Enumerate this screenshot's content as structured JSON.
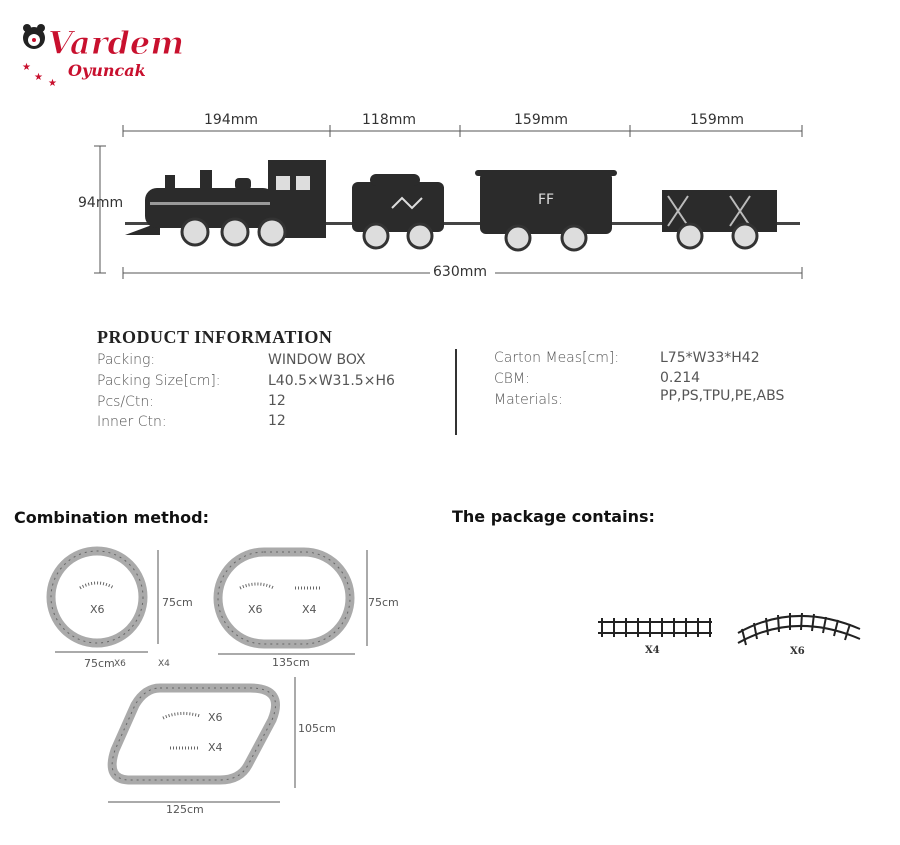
{
  "brand": {
    "logo_text": "Vardem",
    "logo_subtext": "Oyuncak",
    "accent_color": "#c8102e"
  },
  "dimensions": {
    "segments": [
      "194mm",
      "118mm",
      "159mm",
      "159mm"
    ],
    "height": "94mm",
    "total_length": "630mm"
  },
  "product_info": {
    "title": "PRODUCT INFORMATION",
    "left": [
      {
        "label": "Packing:",
        "value": "WINDOW BOX"
      },
      {
        "label": "Packing Size[cm]:",
        "value": "L40.5×W31.5×H6"
      },
      {
        "label": "Pcs/Ctn:",
        "value": "12"
      },
      {
        "label": "Inner Ctn:",
        "value": "12"
      }
    ],
    "right": [
      {
        "label": "Carton Meas[cm]:",
        "value": "L75*W33*H42"
      },
      {
        "label": "CBM:",
        "value": "0.214"
      },
      {
        "label": "Materials:",
        "value": "PP,PS,TPU,PE,ABS"
      }
    ]
  },
  "combination": {
    "title": "Combination method:",
    "circle": {
      "height": "75cm",
      "width": "75cm",
      "curve_count": "X6",
      "width_suffix": "X6",
      "straight_note": "X4"
    },
    "oval": {
      "height": "75cm",
      "width": "135cm",
      "curve_count": "X6",
      "straight_count": "X4"
    },
    "large_oval": {
      "height": "105cm",
      "width": "125cm",
      "curve_count": "X6",
      "straight_count": "X4"
    }
  },
  "package": {
    "title": "The package contains:",
    "straight_count": "X4",
    "curved_count": "X6"
  }
}
